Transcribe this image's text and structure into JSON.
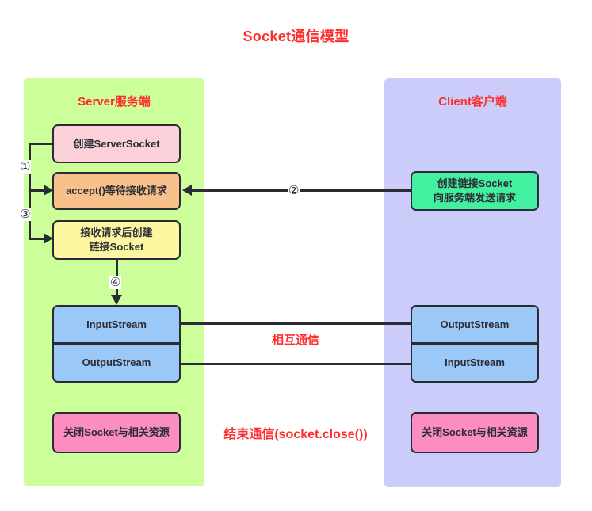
{
  "title": "Socket通信模型",
  "colors": {
    "title_red": "#ff2d2d",
    "server_panel": "#ccff99",
    "client_panel": "#ccccfa",
    "box_pink": "#fad1d8",
    "box_orange": "#f8c08a",
    "box_yellow": "#fcf7a0",
    "box_blue": "#9ac9f8",
    "box_magenta": "#fb8dc0",
    "box_green": "#43f0a0",
    "stroke": "#2b2b35"
  },
  "server": {
    "panel_title": "Server服务端",
    "nodes": {
      "create_server_socket": "创建ServerSocket",
      "accept_wait": "accept()等待接收请求",
      "create_socket_line1": "接收请求后创建",
      "create_socket_line2": "链接Socket",
      "input_stream": "InputStream",
      "output_stream": "OutputStream",
      "close": "关闭Socket与相关资源"
    }
  },
  "client": {
    "panel_title": "Client客户端",
    "nodes": {
      "create_link_line1": "创建链接Socket",
      "create_link_line2": "向服务端发送请求",
      "output_stream": "OutputStream",
      "input_stream": "InputStream",
      "close": "关闭Socket与相关资源"
    }
  },
  "steps": {
    "one": "①",
    "two": "②",
    "three": "③",
    "four": "④"
  },
  "annotations": {
    "mutual_communication": "相互通信",
    "end_communication": "结束通信(socket.close())"
  }
}
